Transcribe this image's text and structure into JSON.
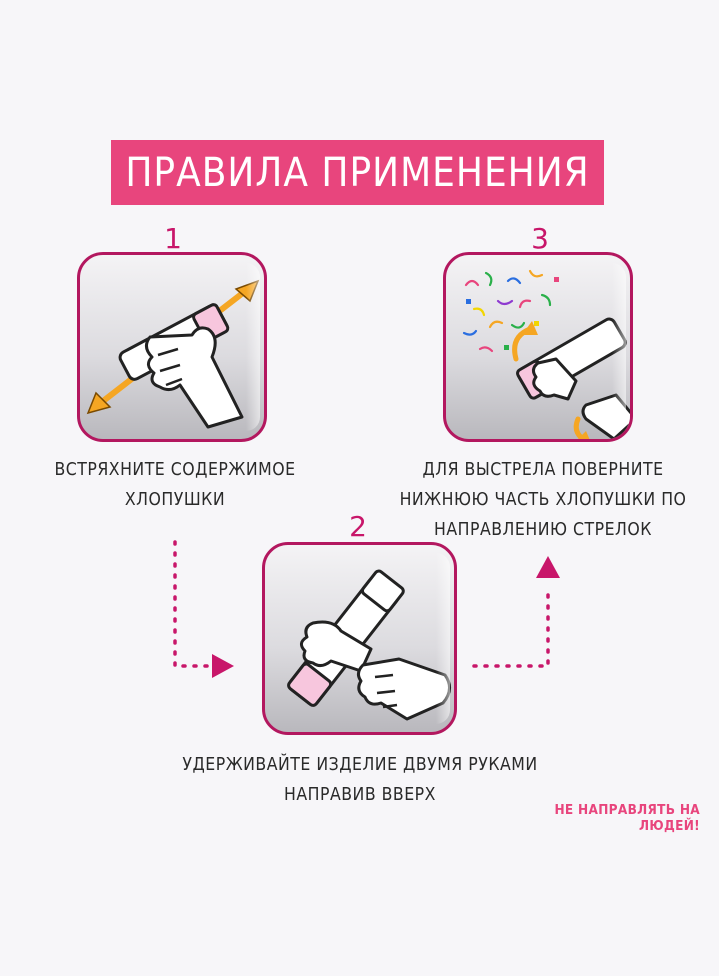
{
  "title": "ПРАВИЛА ПРИМЕНЕНИЯ",
  "steps": [
    {
      "number": "1",
      "caption_line1": "ВСТРЯХНИТЕ СОДЕРЖИМОЕ",
      "caption_line2": "ХЛОПУШКИ"
    },
    {
      "number": "2",
      "caption_line1": "УДЕРЖИВАЙТЕ ИЗДЕЛИЕ ДВУМЯ РУКАМИ",
      "caption_line2": "НАПРАВИВ ВВЕРХ"
    },
    {
      "number": "3",
      "caption_line1": "ДЛЯ ВЫСТРЕЛА ПОВЕРНИТЕ",
      "caption_line2": "НИЖНЮЮ ЧАСТЬ ХЛОПУШКИ ПО",
      "caption_line3": "НАПРАВЛЕНИЮ СТРЕЛОК"
    }
  ],
  "warning": "НЕ НАПРАВЛЯТЬ НА ЛЮДЕЙ!",
  "colors": {
    "accent": "#e8457d",
    "frame": "#b3175f",
    "arrow": "#f5a623",
    "flow": "#c8166a"
  },
  "icons": [
    "shake-hand-icon",
    "two-hands-hold-icon",
    "confetti-burst-icon",
    "double-arrow-icon",
    "twist-arrow-icon",
    "flow-arrow-icon"
  ]
}
